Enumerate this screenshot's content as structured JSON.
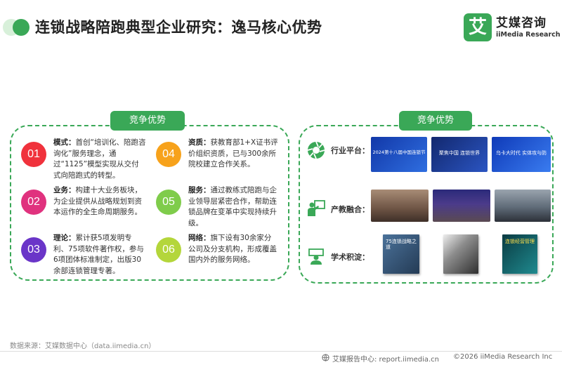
{
  "header": {
    "title": "连锁战略陪跑典型企业研究：逸马核心优势",
    "brand_cn": "艾媒咨询",
    "brand_en": "iiMedia Research",
    "brand_mark": "艾"
  },
  "left_panel": {
    "pill": "竞争优势",
    "items": [
      {
        "num": "01",
        "label": "模式：",
        "text": "首创“培训化、陪跑咨询化”服务理念，通过“1125”模型实现从交付式向陪跑式的转型。",
        "color": "#f0323c"
      },
      {
        "num": "02",
        "label": "业务：",
        "text": "构建十大业务板块，为企业提供从战略规划到资本运作的全生命周期服务。",
        "color": "#e0327e"
      },
      {
        "num": "03",
        "label": "理论：",
        "text": "累计获5项发明专利、75项软件著作权，参与6项团体标准制定，出版30余部连锁管理专著。",
        "color": "#6a35c8"
      },
      {
        "num": "04",
        "label": "资质：",
        "text": "获教育部1+X证书评价组织资质，已与300余所院校建立合作关系。",
        "color": "#f7a21b"
      },
      {
        "num": "05",
        "label": "服务：",
        "text": "通过教练式陪跑与企业领导层紧密合作，帮助连锁品牌在变革中实现持续升级。",
        "color": "#7fcc4b"
      },
      {
        "num": "06",
        "label": "网络：",
        "text": "旗下设有30余家分公司及分支机构，形成覆盖国内外的服务网络。",
        "color": "#b4d63b"
      }
    ]
  },
  "right_panel": {
    "pill": "竞争优势",
    "rows": [
      {
        "label": "行业平台：",
        "icon": "aperture-icon"
      },
      {
        "label": "产教融合：",
        "icon": "teacher-icon"
      },
      {
        "label": "学术积淀：",
        "icon": "scholar-icon"
      }
    ],
    "platform_thumbs": [
      {
        "caption": "2024第十八届中国连锁节",
        "bg": "#1a3fb5"
      },
      {
        "caption": "聚焦中国 连锁世界",
        "bg": "#1f3a8c"
      },
      {
        "caption": "乌卡大时代 实体攻与防",
        "bg": "#1c4fd0"
      }
    ],
    "education_thumbs": [
      {
        "caption": "",
        "bg": "#8a6d58"
      },
      {
        "caption": "",
        "bg": "#3b2f6e"
      },
      {
        "caption": "",
        "bg": "#6c7a8a"
      }
    ],
    "books": [
      {
        "caption": "75连锁战略之道",
        "bg": "#3a5f86"
      },
      {
        "caption": "",
        "bg": "#3d3d3d"
      },
      {
        "caption": "连锁经营管理",
        "bg": "#0d5a62"
      }
    ]
  },
  "footer": {
    "source": "数据来源：艾媒数据中心（data.iimedia.cn）",
    "site": "艾媒报告中心: report.iimedia.cn",
    "copyright": "©2026  iiMedia Research  Inc"
  },
  "colors": {
    "accent": "#3aa857"
  }
}
